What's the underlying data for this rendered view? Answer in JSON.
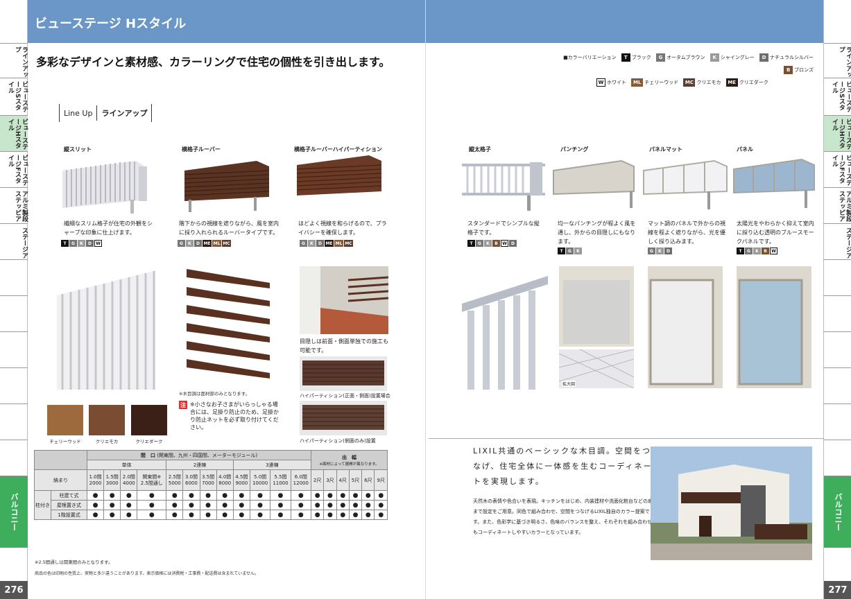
{
  "left_page": {
    "header_title": "ビューステージ Hスタイル",
    "tagline": "多彩なデザインと素材感、カラーリングで住宅の個性を引き出します。",
    "lineup_en": "Line Up",
    "lineup_jp": "ラインアップ",
    "page_number": "276",
    "products": [
      {
        "name": "縦スリット",
        "desc": "繊細なスリム格子が住宅の外観をシャープな印象に仕上げます。",
        "colors": [
          "T",
          "G",
          "K",
          "D",
          "W"
        ]
      },
      {
        "name": "横格子ルーバー",
        "desc": "階下からの視線を遮りながら、風を室内に採り入れられるルーバータイプです。",
        "colors": [
          "G",
          "K",
          "D",
          "ME",
          "ML",
          "MC"
        ]
      },
      {
        "name": "横格子ルーバーハイパーティション",
        "desc": "ほどよく視線を和らげるので、プライバシーを確保します。",
        "colors": [
          "G",
          "K",
          "D",
          "ME",
          "ML",
          "MC"
        ]
      }
    ],
    "swatches": [
      "チェリーウッド",
      "クリエモカ",
      "クリエダーク"
    ],
    "wood_note": "※木目調は面材部のみとなります。",
    "warning_mark": "注",
    "warning": "※小さなお子さまがいらっしゃる場合には、足掛り防止のため、足掛かり防止ネットを必ず取り付けてください。",
    "partition_caption": "目隠しは前面・側面単独での施工も可能です。",
    "partition_img1": "ハイパーティション(正面・側面)設置場合",
    "partition_img2": "ハイパーティション(側面のみ)設置",
    "table": {
      "maguchi_title": "間　口",
      "maguchi_note": "(関東間、九州・四国間、メーターモジュール)",
      "deyuki_title": "出　幅",
      "deyuki_note": "※面材によって展開が異なります。",
      "groups": [
        "単体",
        "2連棟",
        "3連棟"
      ],
      "row_label_osamari": "納まり",
      "widths": [
        [
          "1.0間",
          "2000"
        ],
        [
          "1.5間",
          "3000"
        ],
        [
          "2.0間",
          "4000"
        ],
        [
          "関東間※",
          "2.5間通し"
        ],
        [
          "2.5間",
          "5000"
        ],
        [
          "3.0間",
          "6000"
        ],
        [
          "3.5間",
          "7000"
        ],
        [
          "4.0間",
          "8000"
        ],
        [
          "4.5間",
          "9000"
        ],
        [
          "5.0間",
          "10000"
        ],
        [
          "5.5間",
          "11000"
        ],
        [
          "6.0間",
          "12000"
        ]
      ],
      "depths": [
        "2尺",
        "3尺",
        "4尺",
        "5尺",
        "6尺",
        "9尺"
      ],
      "side_label": "柱付き",
      "rows": [
        "柱建て式",
        "屋根置き式",
        "1階設置式"
      ],
      "mark": "●"
    },
    "footnote1": "※2.5間通しは関東間のみとなります。",
    "footnote2": "商品の色は印刷の性質上、実物と多少違うことがあります。表示価格には消費税・工事費・配送費は含まれていません。"
  },
  "right_page": {
    "page_number": "277",
    "color_var_title": "■カラーバリエーション",
    "colors": [
      {
        "code": "T",
        "name": "ブラック"
      },
      {
        "code": "G",
        "name": "オータムブラウン"
      },
      {
        "code": "K",
        "name": "シャイングレー"
      },
      {
        "code": "D",
        "name": "ナチュラルシルバー"
      },
      {
        "code": "B",
        "name": "ブロンズ"
      },
      {
        "code": "W",
        "name": "ホワイト"
      },
      {
        "code": "ML",
        "name": "チェリーウッド"
      },
      {
        "code": "MC",
        "name": "クリエモカ"
      },
      {
        "code": "ME",
        "name": "クリエダーク"
      }
    ],
    "products": [
      {
        "name": "縦太格子",
        "desc": "スタンダードでシンプルな縦格子です。",
        "colors": [
          "T",
          "G",
          "K",
          "B",
          "W",
          "D"
        ]
      },
      {
        "name": "パンチング",
        "desc": "均一なパンチングが程よく風を通し、外からの目隠しにもなります。",
        "colors": [
          "T",
          "G",
          "K"
        ]
      },
      {
        "name": "パネルマット",
        "desc": "マット調のパネルで外からの視線を程よく遮りながら、光を優しく採り込みます。",
        "colors": [
          "G",
          "K",
          "D"
        ]
      },
      {
        "name": "パネル",
        "desc": "太陽光をやわらかく抑えて室内に採り込む透明のブルースモークパネルです。",
        "colors": [
          "T",
          "G",
          "K",
          "B",
          "W"
        ]
      }
    ],
    "zoom_label": "拡大図",
    "wood_copy": "LIXIL共通のベーシックな木目調。空間をつなげ、住宅全体に一体感を生むコーディネートを実現します。",
    "wood_sub": "天然木の表情や色合いを表現。キッチンをはじめ、内装建材や洗面化粧台などの扉材まで設定をご用意。同色で組み合わせ、空間をつなげるLIXIL独自のカラー提案です。また、色彩学に基づき明るさ、色味のバランスを整え、それぞれを組み合わせてもコーディネートしやすいカラーとなっています。"
  },
  "tabs": [
    "ラインアップ",
    "ビューステージSスタイル",
    "ビューステージHスタイル",
    "ビューステージFスタイル",
    "アルミ製段ステッピア",
    "ステージア"
  ],
  "balcony_tab": "バルコニー"
}
